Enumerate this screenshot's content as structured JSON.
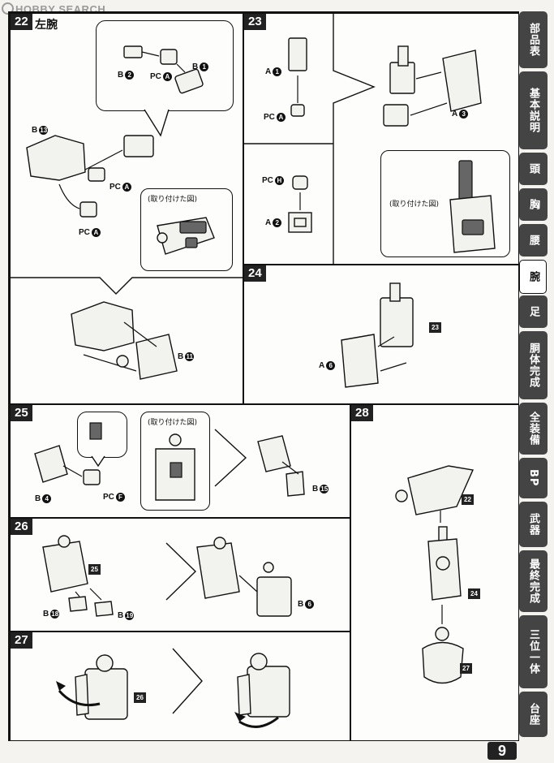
{
  "watermark": "HOBBY SEARCH",
  "steps": {
    "s22": {
      "num": "22",
      "title": "左腕"
    },
    "s23": {
      "num": "23"
    },
    "s24": {
      "num": "24"
    },
    "s25": {
      "num": "25"
    },
    "s26": {
      "num": "26"
    },
    "s27": {
      "num": "27"
    },
    "s28": {
      "num": "28"
    }
  },
  "attached_caption": "(取り付けた図)",
  "labels": {
    "b2": "B",
    "b2n": "2",
    "pca": "PC",
    "pcan": "A",
    "b1": "B",
    "b1n": "1",
    "b13": "B",
    "b13n": "13",
    "pca2": "PC",
    "pca2n": "A",
    "pca3": "PC",
    "pca3n": "A",
    "b11": "B",
    "b11n": "11",
    "a1": "A",
    "a1n": "1",
    "pca4": "PC",
    "pca4n": "A",
    "a3": "A",
    "a3n": "3",
    "pch": "PC",
    "pchn": "H",
    "a2": "A",
    "a2n": "2",
    "a6": "A",
    "a6n": "6",
    "ref23": "23",
    "b4": "B",
    "b4n": "4",
    "pcf": "PC",
    "pcfn": "F",
    "b15": "B",
    "b15n": "15",
    "ref25": "25",
    "b18": "B",
    "b18n": "18",
    "b19": "B",
    "b19n": "19",
    "b6": "B",
    "b6n": "6",
    "ref26": "26",
    "ref22": "22",
    "ref24": "24",
    "ref27": "27"
  },
  "side_tabs": [
    "部品表",
    "基本説明",
    "頭",
    "胸",
    "腰",
    "腕",
    "足",
    "胴体完成",
    "全装備",
    "BP",
    "武器",
    "最終完成",
    "三位一体",
    "台座"
  ],
  "active_tab": "腕",
  "page_number": "9"
}
